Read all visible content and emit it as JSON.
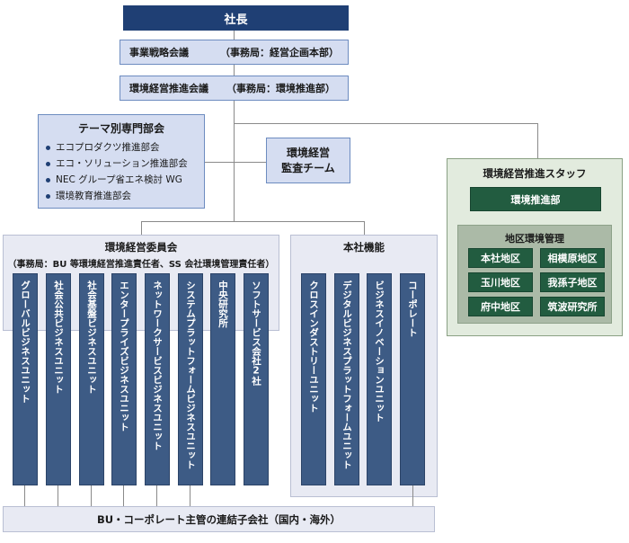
{
  "president": "社長",
  "business_strategy": {
    "name": "事業戦略会議",
    "secretariat": "（事務局：経営企画本部）"
  },
  "env_promotion_meeting": {
    "name": "環境経営推進会議",
    "secretariat": "（事務局：環境推進部）"
  },
  "theme_committees": {
    "title": "テーマ別専門部会",
    "items": [
      "エコプロダクツ推進部会",
      "エコ・ソリューション推進部会",
      "NEC グループ省エネ検討 WG",
      "環境教育推進部会"
    ]
  },
  "audit_team": {
    "line1": "環境経営",
    "line2": "監査チーム"
  },
  "env_staff": {
    "title": "環境経営推進スタッフ",
    "dept": "環境推進部",
    "regional": {
      "title": "地区環境管理",
      "sites": [
        "本社地区",
        "相模原地区",
        "玉川地区",
        "我孫子地区",
        "府中地区",
        "筑波研究所"
      ]
    }
  },
  "env_committee": {
    "title": "環境経営委員会",
    "subtitle": "（事務局：BU 等環境経営推進責任者、SS 会社環境管理責任者）",
    "units": [
      "グローバルビジネスユニット",
      "社会公共ビジネスユニット",
      "社会基盤ビジネスユニット",
      "エンタープライズビジネスユニット",
      "ネットワークサービスビジネスユニット",
      "システムプラットフォームビジネスユニット",
      "中央研究所",
      "ソフトサービス会社2社"
    ]
  },
  "hq_functions": {
    "title": "本社機能",
    "units": [
      "クロスインダストリーユニット",
      "デジタルビジネスプラットフォームユニット",
      "ビジネスイノベーションユニット",
      "コーポレート"
    ]
  },
  "subsidiaries": "BU・コーポレート主管の連結子会社（国内・海外）",
  "colors": {
    "navy": "#1f3f74",
    "light_blue": "#d5ddf1",
    "unit_blue": "#3d5b85",
    "dark_green": "#225c40",
    "mid_green": "#abbaa7",
    "light_green": "#e2ebde"
  }
}
